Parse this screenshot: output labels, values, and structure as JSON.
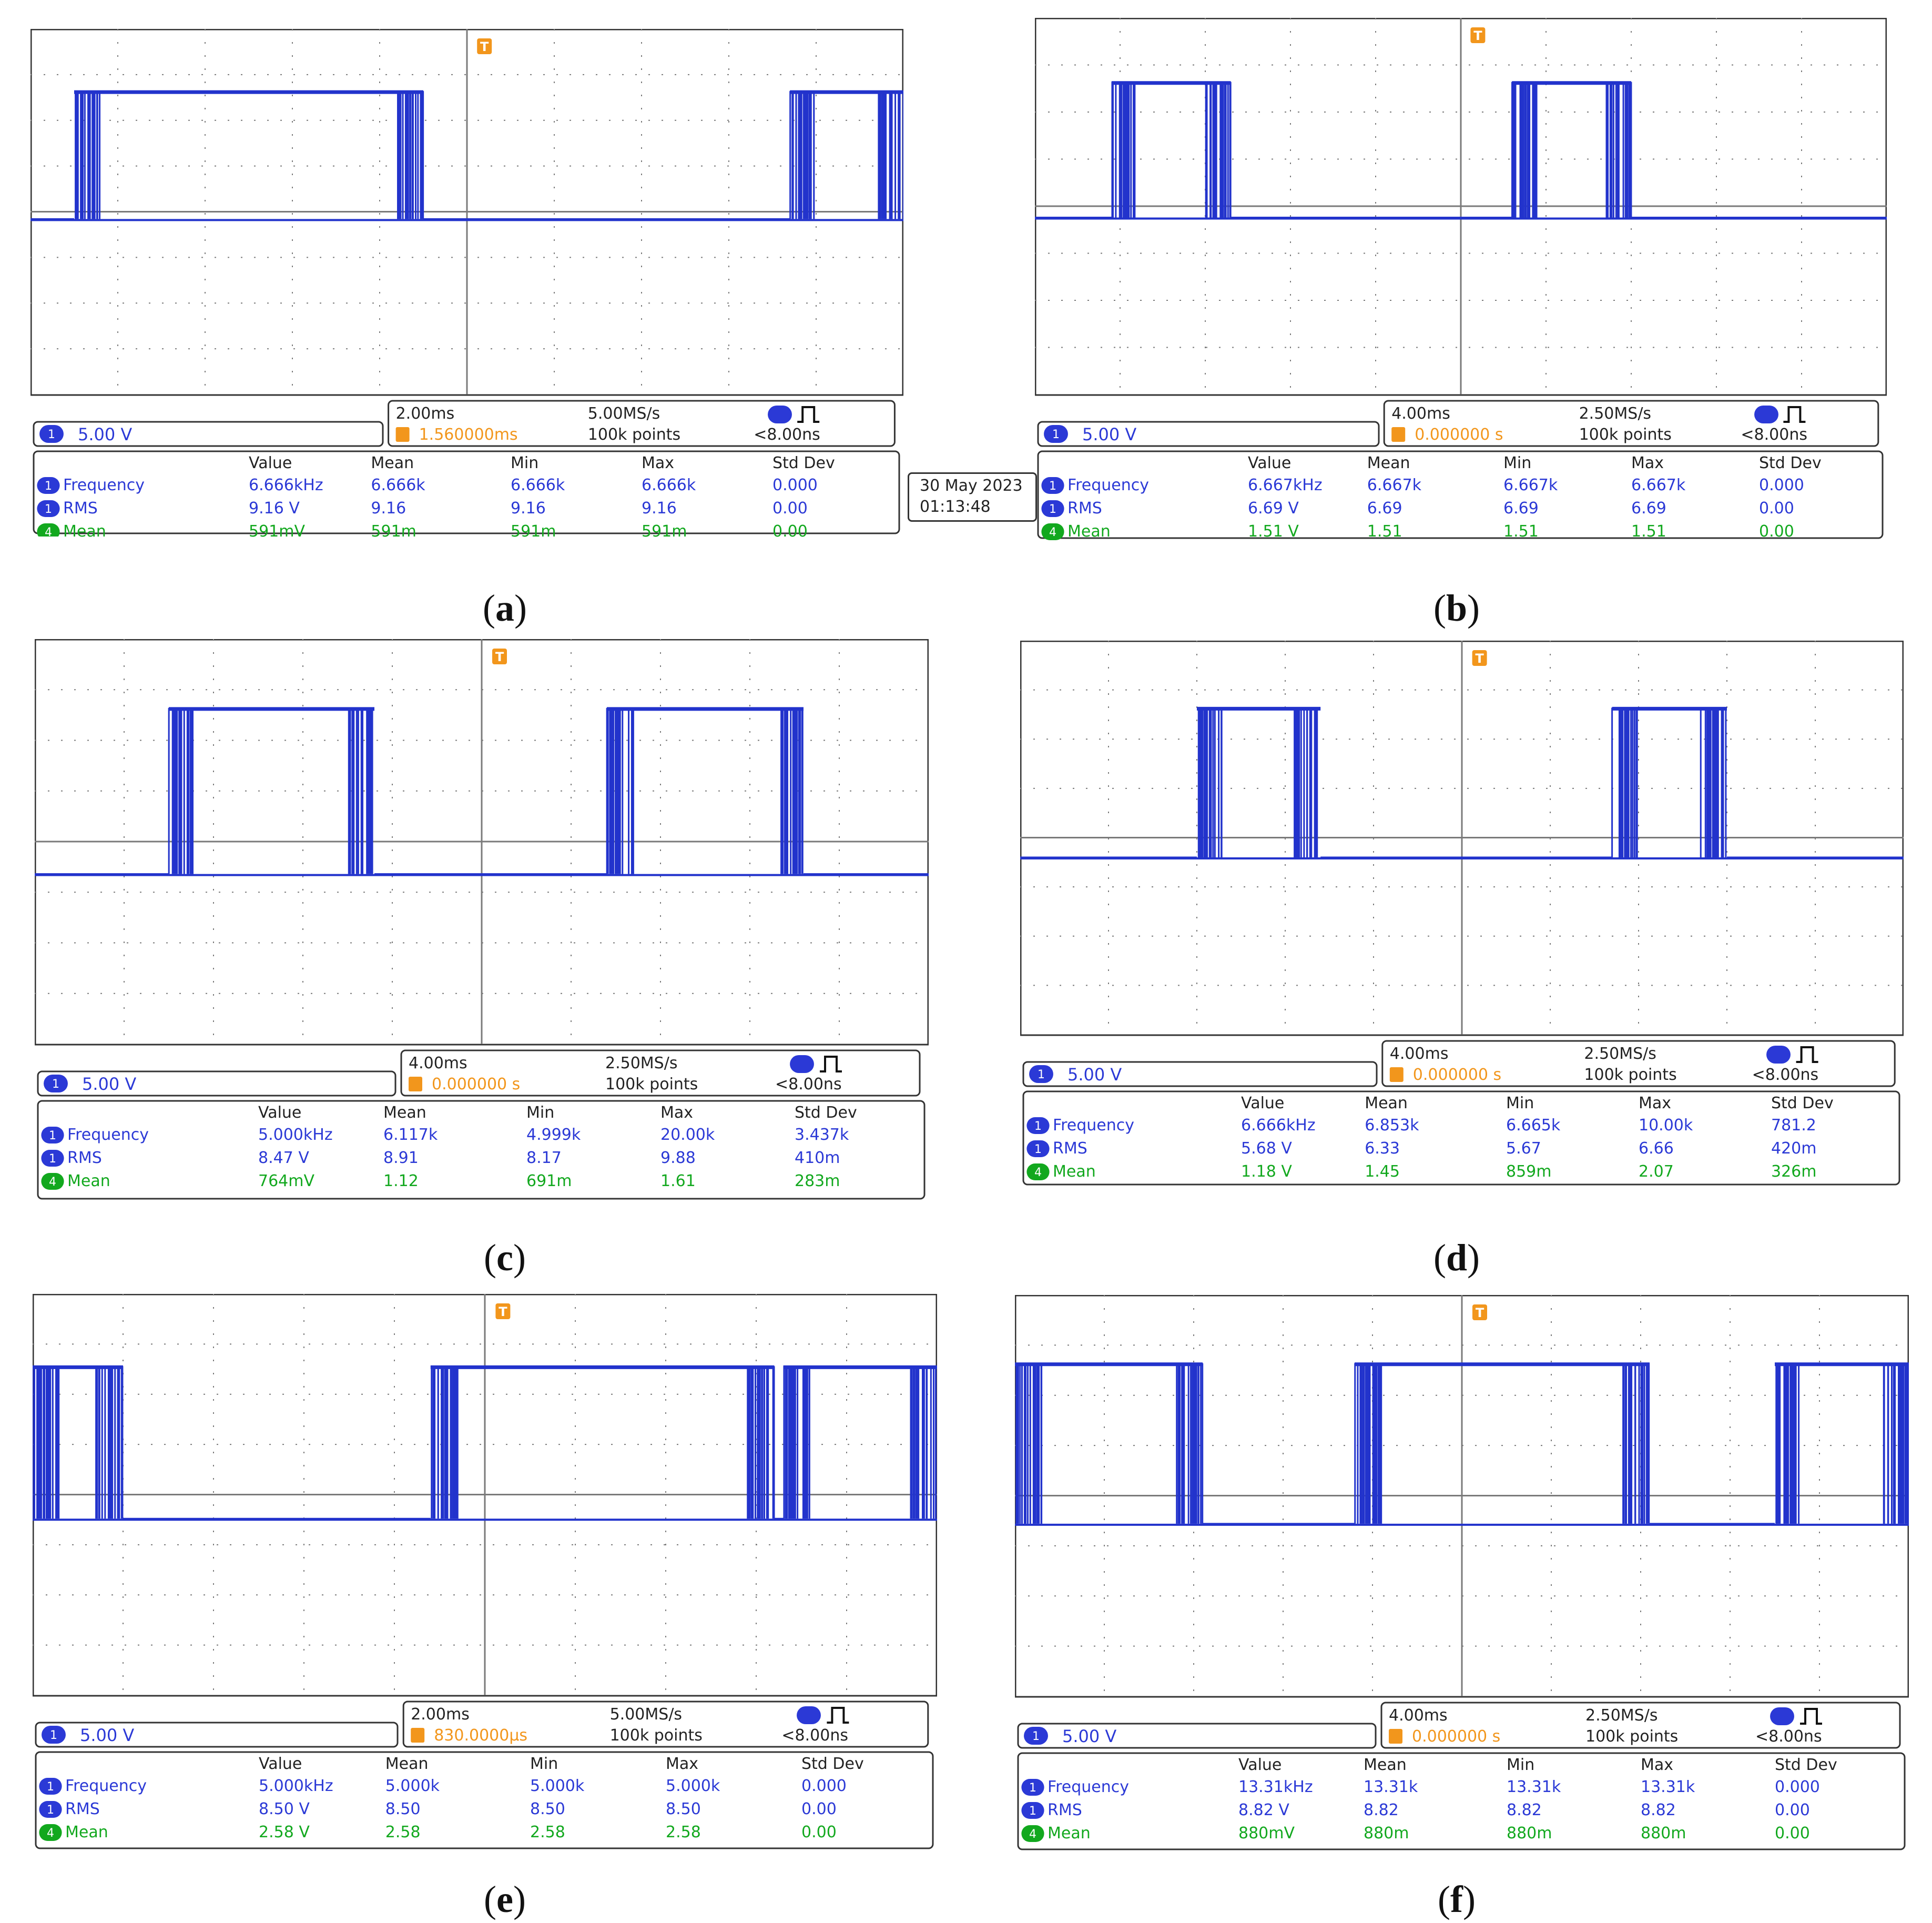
{
  "panels": [
    {
      "id": "a",
      "caption": "a",
      "channel_scale": "5.00 V",
      "timebase": "2.00ms",
      "sample_rate": "5.00MS/s",
      "trigger_delay": "1.560000ms",
      "record_length": "100k points",
      "trigger_threshold": "<8.00ns",
      "channel_badge": "1",
      "trigger_glyph": "T",
      "headers": [
        "Value",
        "Mean",
        "Min",
        "Max",
        "Std Dev"
      ],
      "measurements": [
        {
          "badge": "1",
          "name": "Frequency",
          "color": "blue",
          "values": [
            "6.666kHz",
            "6.666k",
            "6.666k",
            "6.666k",
            "0.000"
          ]
        },
        {
          "badge": "1",
          "name": "RMS",
          "color": "blue",
          "values": [
            "9.16 V",
            "9.16",
            "9.16",
            "9.16",
            "0.00"
          ]
        },
        {
          "badge": "4",
          "name": "Mean",
          "color": "green",
          "values": [
            "591mV",
            "591m",
            "591m",
            "591m",
            "0.00"
          ]
        }
      ],
      "date": "30 May 2023",
      "time": "01:13:48",
      "waveform": {
        "high_level": 0.17,
        "low_level": 0.52,
        "high_segments": [
          [
            0.05,
            0.45
          ],
          [
            0.87,
            1.0
          ]
        ]
      }
    },
    {
      "id": "b",
      "caption": "b",
      "channel_scale": "5.00 V",
      "timebase": "4.00ms",
      "sample_rate": "2.50MS/s",
      "trigger_delay": "0.000000 s",
      "record_length": "100k points",
      "trigger_threshold": "<8.00ns",
      "channel_badge": "1",
      "trigger_glyph": "T",
      "headers": [
        "Value",
        "Mean",
        "Min",
        "Max",
        "Std Dev"
      ],
      "measurements": [
        {
          "badge": "1",
          "name": "Frequency",
          "color": "blue",
          "values": [
            "6.667kHz",
            "6.667k",
            "6.667k",
            "6.667k",
            "0.000"
          ]
        },
        {
          "badge": "1",
          "name": "RMS",
          "color": "blue",
          "values": [
            "6.69 V",
            "6.69",
            "6.69",
            "6.69",
            "0.00"
          ]
        },
        {
          "badge": "4",
          "name": "Mean",
          "color": "green",
          "values": [
            "1.51 V",
            "1.51",
            "1.51",
            "1.51",
            "0.00"
          ]
        }
      ],
      "waveform": {
        "high_level": 0.17,
        "low_level": 0.53,
        "high_segments": [
          [
            0.09,
            0.23
          ],
          [
            0.56,
            0.7
          ]
        ]
      }
    },
    {
      "id": "c",
      "caption": "c",
      "channel_scale": "5.00 V",
      "timebase": "4.00ms",
      "sample_rate": "2.50MS/s",
      "trigger_delay": "0.000000 s",
      "record_length": "100k points",
      "trigger_threshold": "<8.00ns",
      "channel_badge": "1",
      "trigger_glyph": "T",
      "headers": [
        "Value",
        "Mean",
        "Min",
        "Max",
        "Std Dev"
      ],
      "measurements": [
        {
          "badge": "1",
          "name": "Frequency",
          "color": "blue",
          "values": [
            "5.000kHz",
            "6.117k",
            "4.999k",
            "20.00k",
            "3.437k"
          ]
        },
        {
          "badge": "1",
          "name": "RMS",
          "color": "blue",
          "values": [
            "8.47 V",
            "8.91",
            "8.17",
            "9.88",
            "410m"
          ]
        },
        {
          "badge": "4",
          "name": "Mean",
          "color": "green",
          "values": [
            "764mV",
            "1.12",
            "691m",
            "1.61",
            "283m"
          ]
        }
      ],
      "waveform": {
        "high_level": 0.17,
        "low_level": 0.58,
        "high_segments": [
          [
            0.15,
            0.38
          ],
          [
            0.64,
            0.86
          ]
        ]
      }
    },
    {
      "id": "d",
      "caption": "d",
      "channel_scale": "5.00 V",
      "timebase": "4.00ms",
      "sample_rate": "2.50MS/s",
      "trigger_delay": "0.000000 s",
      "record_length": "100k points",
      "trigger_threshold": "<8.00ns",
      "channel_badge": "1",
      "trigger_glyph": "T",
      "headers": [
        "Value",
        "Mean",
        "Min",
        "Max",
        "Std Dev"
      ],
      "measurements": [
        {
          "badge": "1",
          "name": "Frequency",
          "color": "blue",
          "values": [
            "6.666kHz",
            "6.853k",
            "6.665k",
            "10.00k",
            "781.2"
          ]
        },
        {
          "badge": "1",
          "name": "RMS",
          "color": "blue",
          "values": [
            "5.68 V",
            "6.33",
            "5.67",
            "6.66",
            "420m"
          ]
        },
        {
          "badge": "4",
          "name": "Mean",
          "color": "green",
          "values": [
            "1.18 V",
            "1.45",
            "859m",
            "2.07",
            "326m"
          ]
        }
      ],
      "waveform": {
        "high_level": 0.17,
        "low_level": 0.55,
        "high_segments": [
          [
            0.2,
            0.34
          ],
          [
            0.67,
            0.8
          ]
        ]
      }
    },
    {
      "id": "e",
      "caption": "e",
      "channel_scale": "5.00 V",
      "timebase": "2.00ms",
      "sample_rate": "5.00MS/s",
      "trigger_delay": "830.0000µs",
      "record_length": "100k points",
      "trigger_threshold": "<8.00ns",
      "channel_badge": "1",
      "trigger_glyph": "T",
      "headers": [
        "Value",
        "Mean",
        "Min",
        "Max",
        "Std Dev"
      ],
      "measurements": [
        {
          "badge": "1",
          "name": "Frequency",
          "color": "blue",
          "values": [
            "5.000kHz",
            "5.000k",
            "5.000k",
            "5.000k",
            "0.000"
          ]
        },
        {
          "badge": "1",
          "name": "RMS",
          "color": "blue",
          "values": [
            "8.50 V",
            "8.50",
            "8.50",
            "8.50",
            "0.00"
          ]
        },
        {
          "badge": "4",
          "name": "Mean",
          "color": "green",
          "values": [
            "2.58 V",
            "2.58",
            "2.58",
            "2.58",
            "0.00"
          ]
        }
      ],
      "waveform": {
        "high_level": 0.18,
        "low_level": 0.56,
        "high_segments": [
          [
            0.0,
            0.1
          ],
          [
            0.44,
            0.82
          ],
          [
            0.83,
            1.0
          ]
        ]
      }
    },
    {
      "id": "f",
      "caption": "f",
      "channel_scale": "5.00 V",
      "timebase": "4.00ms",
      "sample_rate": "2.50MS/s",
      "trigger_delay": "0.000000 s",
      "record_length": "100k points",
      "trigger_threshold": "<8.00ns",
      "channel_badge": "1",
      "trigger_glyph": "T",
      "headers": [
        "Value",
        "Mean",
        "Min",
        "Max",
        "Std Dev"
      ],
      "measurements": [
        {
          "badge": "1",
          "name": "Frequency",
          "color": "blue",
          "values": [
            "13.31kHz",
            "13.31k",
            "13.31k",
            "13.31k",
            "0.000"
          ]
        },
        {
          "badge": "1",
          "name": "RMS",
          "color": "blue",
          "values": [
            "8.82 V",
            "8.82",
            "8.82",
            "8.82",
            "0.00"
          ]
        },
        {
          "badge": "4",
          "name": "Mean",
          "color": "green",
          "values": [
            "880mV",
            "880m",
            "880m",
            "880m",
            "0.00"
          ]
        }
      ],
      "waveform": {
        "high_level": 0.17,
        "low_level": 0.57,
        "high_segments": [
          [
            0.0,
            0.21
          ],
          [
            0.38,
            0.71
          ],
          [
            0.85,
            1.0
          ]
        ]
      }
    }
  ],
  "colors": {
    "trace": "#2233cc",
    "channel1": "#2b39d6",
    "channel4": "#12a81e",
    "trigger": "#f2961c",
    "grid": "#7a7a7a",
    "border": "#333333"
  },
  "icons": {
    "trigger_marker": "trigger-T-icon",
    "pulse": "pulse-edge-icon",
    "channel_badge": "channel-badge-icon"
  }
}
